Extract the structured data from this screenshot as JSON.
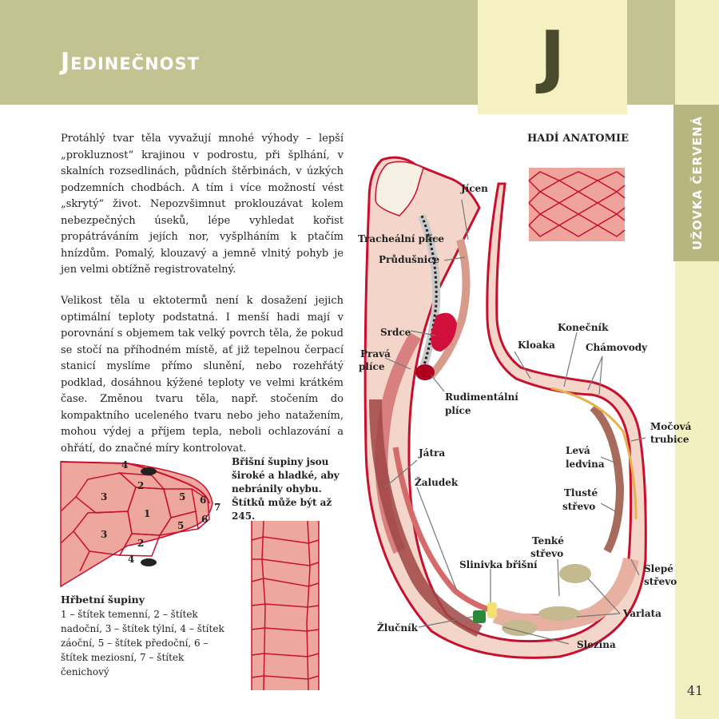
{
  "header": {
    "title": "Jedinečnost",
    "letter": "J"
  },
  "side_tab": {
    "label": "UŽOVKA ČERVENÁ"
  },
  "page_number": "41",
  "paragraphs": [
    "Protáhlý tvar těla vyvažují mnohé výhody – lepší „prokluznost“ krajinou v podrostu, při šplhání, v skalních rozsedlinách, půdních štěrbinách, v úzkých podzemních chodbách. A tím i více možností vést „skrytý“ život. Nepozvšimnut proklouzávat kolem nebezpečných úseků, lépe vyhledat kořist propátráváním jejích nor, vyšplháním k ptačím hnízdům. Pomalý, klouzavý a jemně vlnitý pohyb je jen velmi obtížně registrovatelný.",
    "Velikost těla u ektotermů není k dosažení jejich optimální teploty podstatná. I menší hadi mají v porovnání s objemem tak velký povrch těla, že pokud se stočí na příhodném místě, ať již tepelnou čerpací stanicí myslíme přímo slunění, nebo rozehřátý podklad, dosáhnou kýžené teploty ve velmi krátkém čase. Změnou tvaru těla, např. stočením do kompaktního uceleného tvaru nebo jeho natažením, mohou výdej a příjem tepla, neboli ochlazování a ohřátí, do značné míry kontrolovat."
  ],
  "belly_caption": "Břišní šupiny jsou široké a hladké, aby nebránily ohybu. Štítků může být až 245.",
  "head_caption": {
    "title": "Hřbetní šupiny",
    "text": "1 – štítek temenní, 2 – štítek nadoční, 3 – štítek týlní, 4 – štítek záoční, 5 – štítek předoční, 6 – štítek meziosní, 7 – štítek čenichový"
  },
  "head_numbers": [
    "1",
    "2",
    "3",
    "4",
    "5",
    "6",
    "7"
  ],
  "anatomy": {
    "title": "HADÍ ANATOMIE",
    "labels": {
      "jicen": "Jícen",
      "trachealni": "Tracheální plíce",
      "prudusnice": "Průdušnice",
      "srdce": "Srdce",
      "prava1": "Pravá",
      "prava2": "plíce",
      "rudim1": "Rudimentální",
      "rudim2": "plíce",
      "jatra": "Játra",
      "zaludek": "Žaludek",
      "slinivka": "Slinivka břišní",
      "zlucnik": "Žlučník",
      "slezina": "Slezina",
      "varlata": "Varlata",
      "slepe1": "Slepé",
      "slepe2": "střevo",
      "tenke1": "Tenké",
      "tenke2": "střevo",
      "tluste1": "Tlusté",
      "tluste2": "střevo",
      "leva1": "Levá",
      "leva2": "ledvina",
      "mocova1": "Močová",
      "mocova2": "trubice",
      "konecnik": "Konečník",
      "kloaka": "Kloaka",
      "chamovody": "Chámovody"
    }
  },
  "colors": {
    "header": "#c3c291",
    "letter_box": "#f5f1c3",
    "side": "#f2efc1",
    "side_tab": "#b8b680",
    "outline": "#c8102e"
  }
}
